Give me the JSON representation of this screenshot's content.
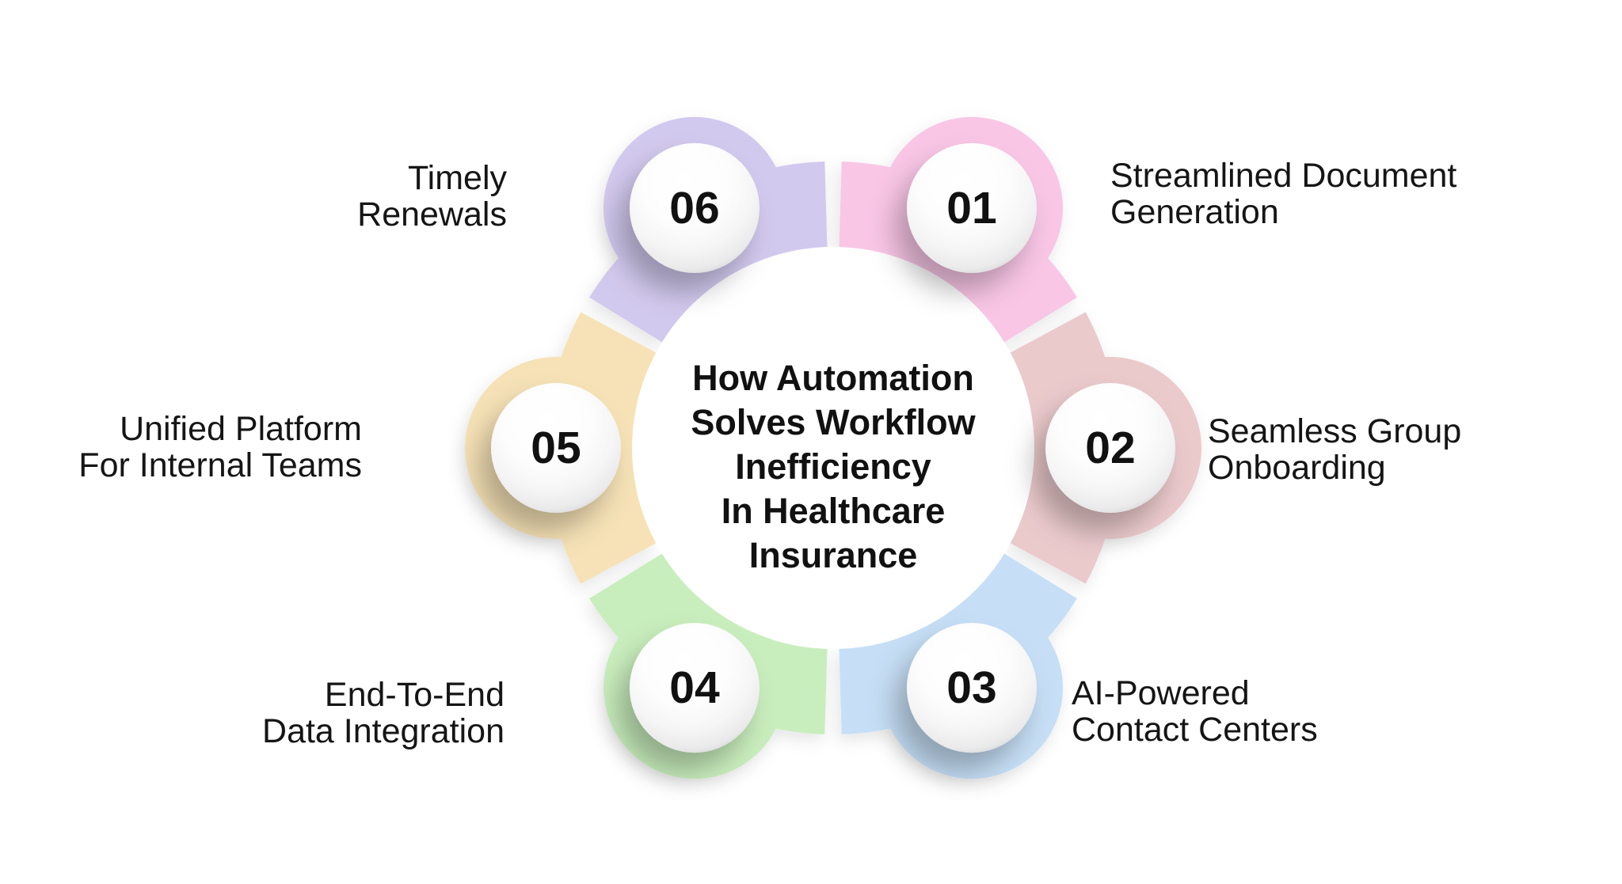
{
  "page": {
    "background_color": "#ffffff",
    "text_color": "#111111"
  },
  "center": {
    "title_lines": [
      "How Automation",
      "Solves Workflow",
      "Inefficiency",
      "In Healthcare",
      "Insurance"
    ],
    "circle_color": "#ffffff"
  },
  "items": [
    {
      "number": "01",
      "label_lines": [
        "Streamlined Document",
        "Generation"
      ],
      "color": "#f9c6e6",
      "label_side": "right"
    },
    {
      "number": "02",
      "label_lines": [
        "Seamless Group",
        "Onboarding"
      ],
      "color": "#ebcacc",
      "label_side": "right"
    },
    {
      "number": "03",
      "label_lines": [
        "AI-Powered",
        "Contact Centers"
      ],
      "color": "#c6dff6",
      "label_side": "right"
    },
    {
      "number": "04",
      "label_lines": [
        "End-To-End",
        "Data Integration"
      ],
      "color": "#c9eebd",
      "label_side": "left"
    },
    {
      "number": "05",
      "label_lines": [
        "Unified Platform",
        "For Internal Teams"
      ],
      "color": "#f6e2b6",
      "label_side": "left"
    },
    {
      "number": "06",
      "label_lines": [
        "Timely",
        "Renewals"
      ],
      "color": "#d2c9ee",
      "label_side": "left"
    }
  ]
}
